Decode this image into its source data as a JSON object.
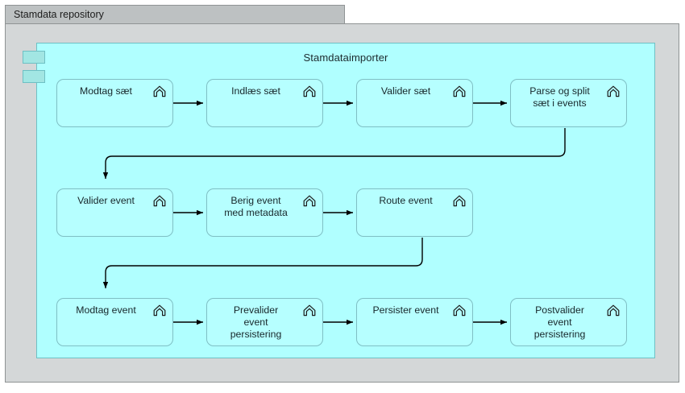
{
  "view": {
    "tab_label": "Stamdata repository",
    "frame_background": "#d4d7d8",
    "tab_background": "#bdc1c2",
    "border_color": "#8f9394"
  },
  "group": {
    "title": "Stamdataimporter",
    "fill": "#b0ffff",
    "stroke": "#6ec0c4",
    "badge_fill": "#a2e6e3",
    "icon_name": "application-component-icon"
  },
  "node_style": {
    "fill": "#b6ffff",
    "stroke": "#7fbfc4",
    "icon_name": "archimate-process-icon"
  },
  "nodes": [
    {
      "id": "modtag-saet",
      "label": "Modtag sæt",
      "row": 1,
      "col": 1
    },
    {
      "id": "indlaes-saet",
      "label": "Indlæs sæt",
      "row": 1,
      "col": 2
    },
    {
      "id": "valider-saet",
      "label": "Valider sæt",
      "row": 1,
      "col": 3
    },
    {
      "id": "parse-og-split",
      "label": "Parse og split\nsæt i events",
      "row": 1,
      "col": 4
    },
    {
      "id": "valider-event",
      "label": "Valider event",
      "row": 2,
      "col": 1
    },
    {
      "id": "berig-event",
      "label": "Berig event\nmed metadata",
      "row": 2,
      "col": 2
    },
    {
      "id": "route-event",
      "label": "Route event",
      "row": 2,
      "col": 3
    },
    {
      "id": "modtag-event",
      "label": "Modtag event",
      "row": 3,
      "col": 1
    },
    {
      "id": "prevalider-event",
      "label": "Prevalider\nevent\npersistering",
      "row": 3,
      "col": 2
    },
    {
      "id": "persister-event",
      "label": "Persister event",
      "row": 3,
      "col": 3
    },
    {
      "id": "postvalider-event",
      "label": "Postvalider\nevent\npersistering",
      "row": 3,
      "col": 4
    }
  ],
  "connections": [
    {
      "from": "modtag-saet",
      "to": "indlaes-saet",
      "type": "straight"
    },
    {
      "from": "indlaes-saet",
      "to": "valider-saet",
      "type": "straight"
    },
    {
      "from": "valider-saet",
      "to": "parse-og-split",
      "type": "straight"
    },
    {
      "from": "parse-og-split",
      "to": "valider-event",
      "type": "orthogonal"
    },
    {
      "from": "valider-event",
      "to": "berig-event",
      "type": "straight"
    },
    {
      "from": "berig-event",
      "to": "route-event",
      "type": "straight"
    },
    {
      "from": "route-event",
      "to": "modtag-event",
      "type": "orthogonal"
    },
    {
      "from": "modtag-event",
      "to": "prevalider-event",
      "type": "straight"
    },
    {
      "from": "prevalider-event",
      "to": "persister-event",
      "type": "straight"
    },
    {
      "from": "persister-event",
      "to": "postvalider-event",
      "type": "straight"
    }
  ]
}
